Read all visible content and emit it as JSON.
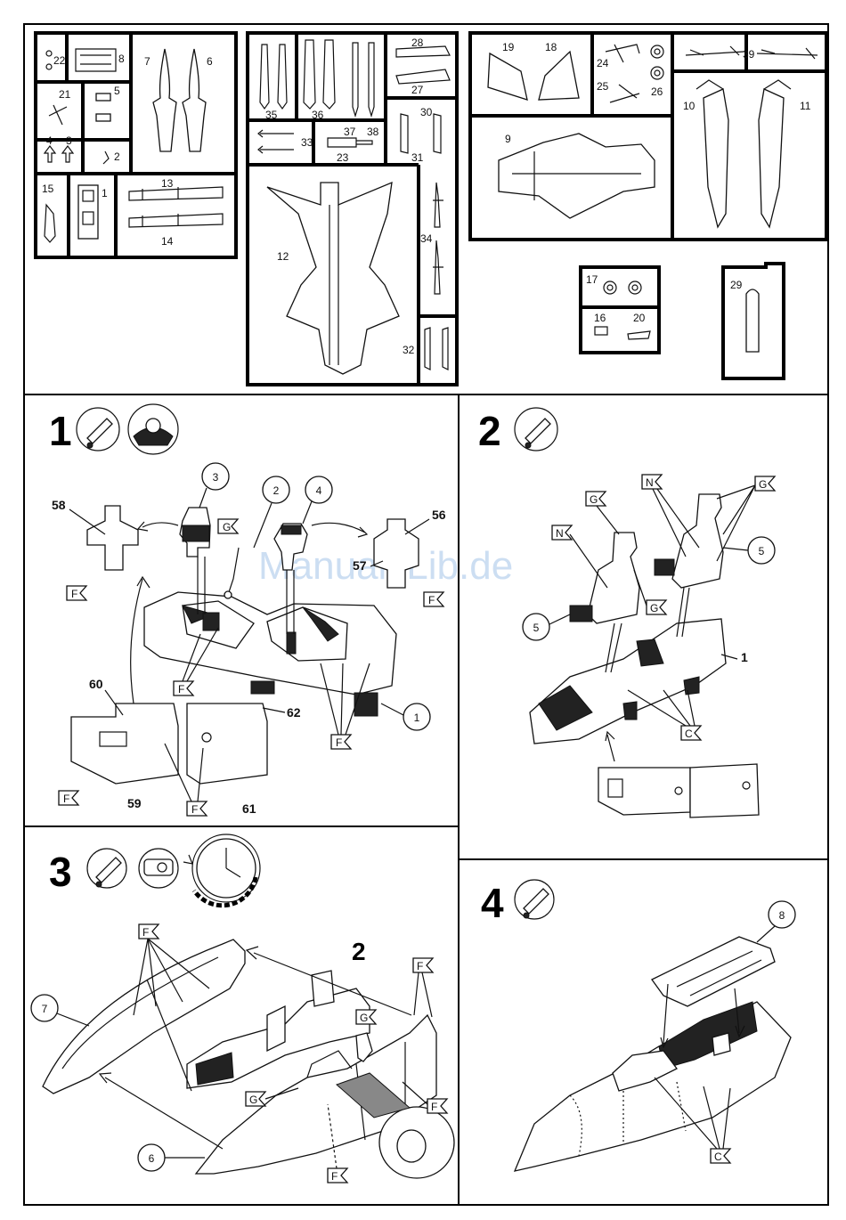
{
  "watermark": "ManualsLib.de",
  "sprue_labels": {
    "p1": "1",
    "p2": "2",
    "p3": "3",
    "p4": "4",
    "p5": "5",
    "p6": "6",
    "p7": "7",
    "p8": "8",
    "p9": "9",
    "p10": "10",
    "p11": "11",
    "p12": "12",
    "p13": "13",
    "p14": "14",
    "p15": "15",
    "p16": "16",
    "p17": "17",
    "p18": "18",
    "p19": "19",
    "p20": "20",
    "p21": "21",
    "p22": "22",
    "p23": "23",
    "p24": "24",
    "p25": "25",
    "p26": "26",
    "p27": "27",
    "p28": "28",
    "p29": "29",
    "p30": "30",
    "p31": "31",
    "p32": "32",
    "p33": "33",
    "p34": "34",
    "p35": "35",
    "p36": "36",
    "p37": "37",
    "p38": "38",
    "p39": "39"
  },
  "steps": {
    "s1": {
      "number": "1",
      "callouts": {
        "c3": "3",
        "c2": "2",
        "c4": "4",
        "c1": "1"
      },
      "labels": {
        "l58": "58",
        "l56": "56",
        "l57": "57",
        "l60": "60",
        "l62": "62",
        "l59": "59",
        "l61": "61"
      },
      "color_codes": {
        "g": "G",
        "f1": "F",
        "f2": "F",
        "f3": "F",
        "f4": "F",
        "f5": "F",
        "f6": "F"
      }
    },
    "s2": {
      "number": "2",
      "callouts": {
        "c5a": "5",
        "c5b": "5"
      },
      "labels": {
        "l1": "1"
      },
      "color_codes": {
        "g1": "G",
        "g2": "G",
        "g3": "G",
        "n1": "N",
        "n2": "N",
        "c": "C"
      }
    },
    "s3": {
      "number": "3",
      "callouts": {
        "c7": "7",
        "c6": "6"
      },
      "labels": {
        "l2": "2"
      },
      "color_codes": {
        "f1": "F",
        "f2": "F",
        "f3": "F",
        "f4": "F",
        "g1": "G",
        "g2": "G"
      }
    },
    "s4": {
      "number": "4",
      "callouts": {
        "c8": "8"
      },
      "color_codes": {
        "c": "C"
      }
    }
  }
}
